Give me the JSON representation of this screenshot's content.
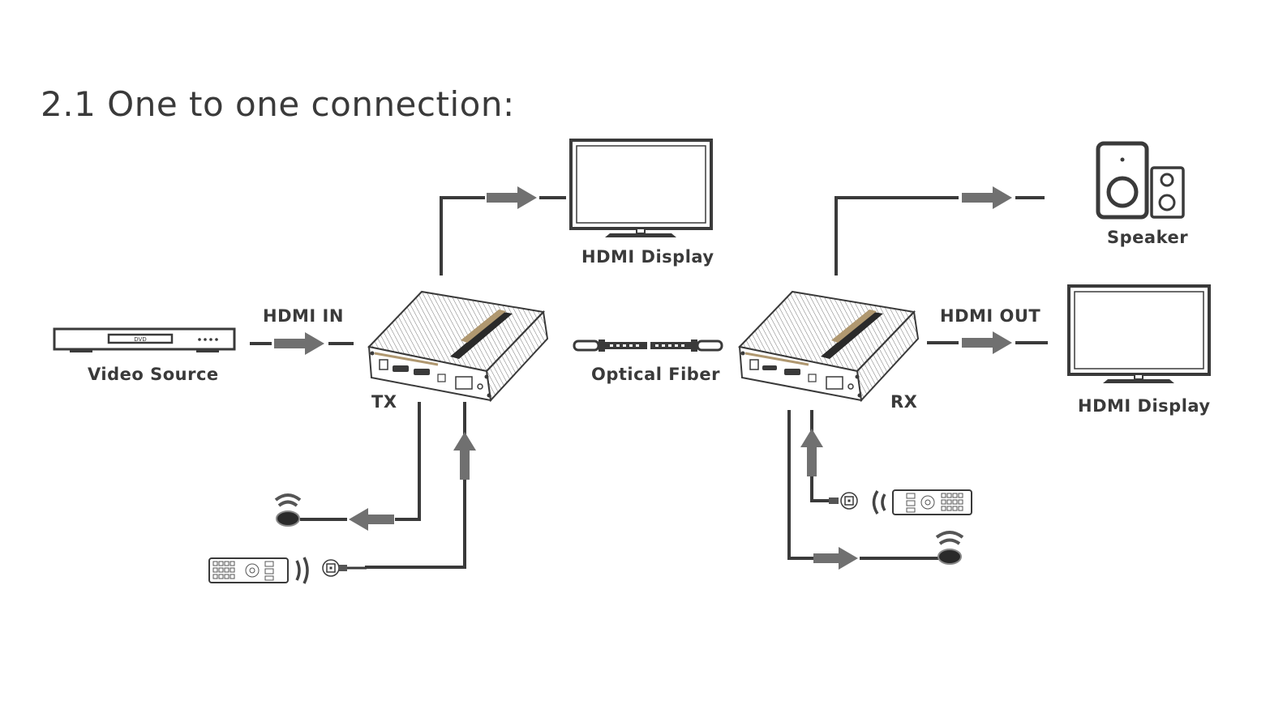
{
  "title": "2.1 One to one connection:",
  "labels": {
    "video_source": "Video Source",
    "hdmi_in": "HDMI IN",
    "hdmi_display_tx": "HDMI Display",
    "tx": "TX",
    "optical_fiber": "Optical Fiber",
    "rx": "RX",
    "hdmi_out": "HDMI OUT",
    "speaker": "Speaker",
    "hdmi_display_rx": "HDMI Display",
    "dvd": "DVD"
  },
  "colors": {
    "line": "#3a3a3a",
    "arrow": "#707070",
    "text": "#3a3a3a",
    "accent_gold": "#b09870"
  }
}
